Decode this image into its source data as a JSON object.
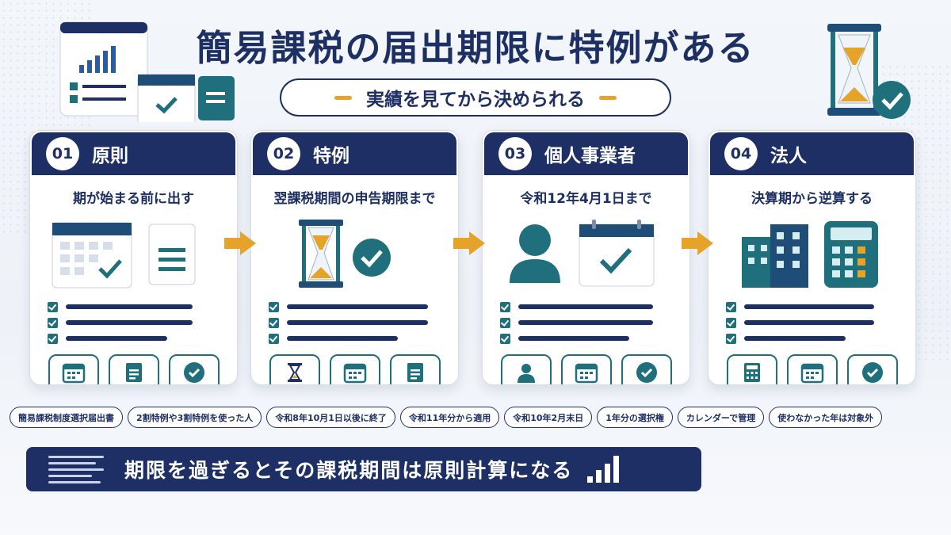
{
  "title": "簡易課税の届出期限に特例がある",
  "subtitle": "実績を見てから決められる",
  "cards": [
    {
      "num": "01",
      "label": "原則",
      "sub": "期が始まる前に出す",
      "icons": [
        "calendar-icon",
        "document-icon",
        "check-icon"
      ]
    },
    {
      "num": "02",
      "label": "特例",
      "sub": "翌課税期間の申告期限まで",
      "icons": [
        "hourglass-icon",
        "calendar-icon",
        "document-icon"
      ]
    },
    {
      "num": "03",
      "label": "個人事業者",
      "sub": "令和12年4月1日まで",
      "icons": [
        "person-icon",
        "calendar-icon",
        "check-icon"
      ]
    },
    {
      "num": "04",
      "label": "法人",
      "sub": "決算期から逆算する",
      "icons": [
        "calculator-icon",
        "calendar-icon",
        "check-icon"
      ]
    }
  ],
  "tags": [
    "簡易課税制度選択届出書",
    "2割特例や3割特例を使った人",
    "令和8年10月1日以後に終了",
    "令和11年分から適用",
    "令和10年2月末日",
    "1年分の選択権",
    "カレンダーで管理",
    "使わなかった年は対象外"
  ],
  "bottom_message": "期限を過ぎるとその課税期間は原則計算になる",
  "colors": {
    "navy": "#1e2f66",
    "teal": "#1f6f7c",
    "orange": "#e5a32a"
  }
}
